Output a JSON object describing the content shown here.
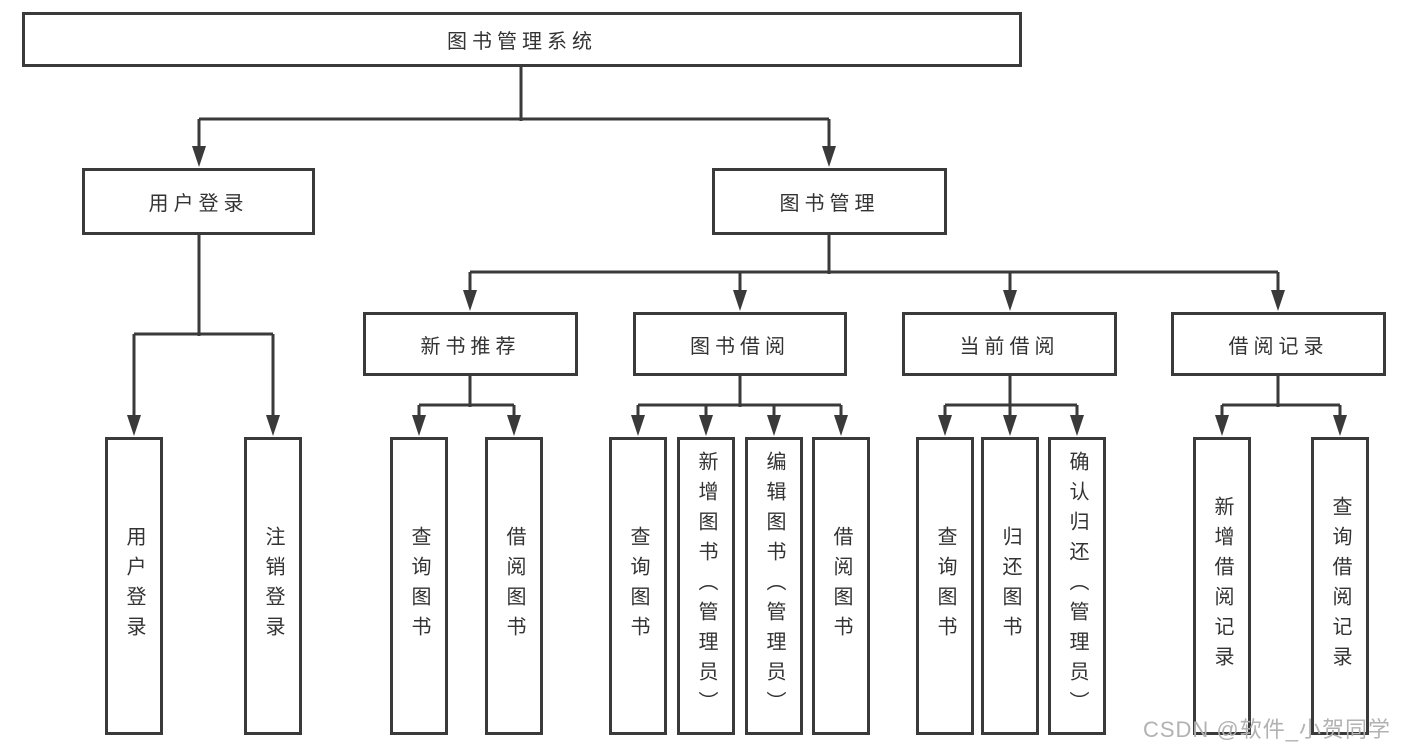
{
  "diagram": {
    "type": "hierarchy-tree",
    "background": "#ffffff",
    "line_color": "#3a3a3a",
    "text_color": "#333333",
    "watermark_color": "#b2b2b2"
  },
  "nodes": {
    "root": "图书管理系统",
    "user_login": "用户登录",
    "book_management": "图书管理",
    "new_book_recommend": "新书推荐",
    "book_borrowing": "图书借阅",
    "current_borrowing": "当前借阅",
    "borrowing_records": "借阅记录",
    "leaf_user_login": "用户登录",
    "leaf_logout": "注销登录",
    "leaf_query_books_recommend": "查询图书",
    "leaf_borrow_books_recommend": "借阅图书",
    "leaf_query_books_borrowing": "查询图书",
    "leaf_add_books_admin": "新增图书（管理员）",
    "leaf_edit_books_admin": "编辑图书（管理员）",
    "leaf_borrow_books_borrowing": "借阅图书",
    "leaf_query_books_current": "查询图书",
    "leaf_return_books": "归还图书",
    "leaf_confirm_return_admin": "确认归还（管理员）",
    "leaf_add_borrow_record": "新增借阅记录",
    "leaf_query_borrow_record": "查询借阅记录"
  },
  "structure": {
    "图书管理系统": [
      "用户登录",
      "图书管理"
    ],
    "用户登录": [
      "用户登录",
      "注销登录"
    ],
    "图书管理": [
      "新书推荐",
      "图书借阅",
      "当前借阅",
      "借阅记录"
    ],
    "新书推荐": [
      "查询图书",
      "借阅图书"
    ],
    "图书借阅": [
      "查询图书",
      "新增图书（管理员）",
      "编辑图书（管理员）",
      "借阅图书"
    ],
    "当前借阅": [
      "查询图书",
      "归还图书",
      "确认归还（管理员）"
    ],
    "借阅记录": [
      "新增借阅记录",
      "查询借阅记录"
    ]
  },
  "watermark": "CSDN @软件_小贺同学"
}
